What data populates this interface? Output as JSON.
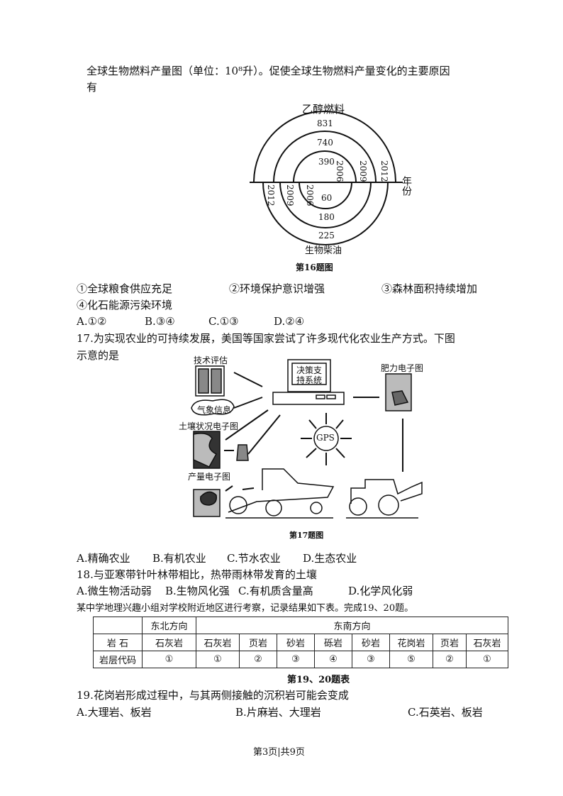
{
  "q16": {
    "stem_line1": "全球生物燃料产量图（单位：10⁸升）。促使全球生物燃料产量变化的主要原因",
    "stem_line2": "有",
    "chart": {
      "top_label": "乙醇燃料",
      "bottom_label": "生物柴油",
      "axis_label": "年份",
      "caption": "第16题图",
      "ethanol": [
        {
          "year": "2006",
          "value": "390"
        },
        {
          "year": "2009",
          "value": "740"
        },
        {
          "year": "2012",
          "value": "831"
        }
      ],
      "biodiesel": [
        {
          "year": "2006",
          "value": "60"
        },
        {
          "year": "2009",
          "value": "180"
        },
        {
          "year": "2012",
          "value": "225"
        }
      ]
    },
    "items": [
      "①全球粮食供应充足",
      "②环境保护意识增强",
      "③森林面积持续增加",
      "④化石能源污染环境"
    ],
    "choices": [
      "A.①②",
      "B.③④",
      "C.①③",
      "D.②④"
    ]
  },
  "q17": {
    "stem_line1": "17.为实现农业的可持续发展，美国等国家尝试了许多现代化农业生产方式。下图",
    "stem_line2": "示意的是",
    "diagram": {
      "tech": "技术评估",
      "weather": "气象信息",
      "soil": "土壤状况电子图",
      "yield": "产量电子图",
      "dss_1": "决策支",
      "dss_2": "持系统",
      "fert": "肥力电子图",
      "gps": "GPS",
      "caption": "第17题图"
    },
    "choices": [
      "A.精确农业",
      "B.有机农业",
      "C.节水农业",
      "D.生态农业"
    ]
  },
  "q18": {
    "stem": "18.与亚寒带针叶林带相比，热带雨林带发育的土壤",
    "choices": [
      "A.微生物活动弱",
      "B.生物风化强",
      "C.有机质含量高",
      "D.化学风化弱"
    ]
  },
  "intro": "某中学地理兴趣小组对学校附近地区进行考察，记录结果如下表。完成19、20题。",
  "table": {
    "h_ne": "东北方向",
    "h_se": "东南方向",
    "row1_label": "岩 石",
    "rocks": [
      "石灰岩",
      "石灰岩",
      "页岩",
      "砂岩",
      "砾岩",
      "砂岩",
      "花岗岩",
      "页岩",
      "石灰岩"
    ],
    "row2_label": "岩层代码",
    "codes": [
      "①",
      "①",
      "②",
      "③",
      "④",
      "③",
      "⑤",
      "②",
      "①"
    ],
    "caption": "第19、20题表"
  },
  "q19": {
    "stem": "19.花岗岩形成过程中，与其两侧接触的沉积岩可能会变成",
    "choices": [
      "A.大理岩、板岩",
      "B.片麻岩、大理岩",
      "C.石英岩、板岩"
    ]
  },
  "footer": "第3页|共9页"
}
